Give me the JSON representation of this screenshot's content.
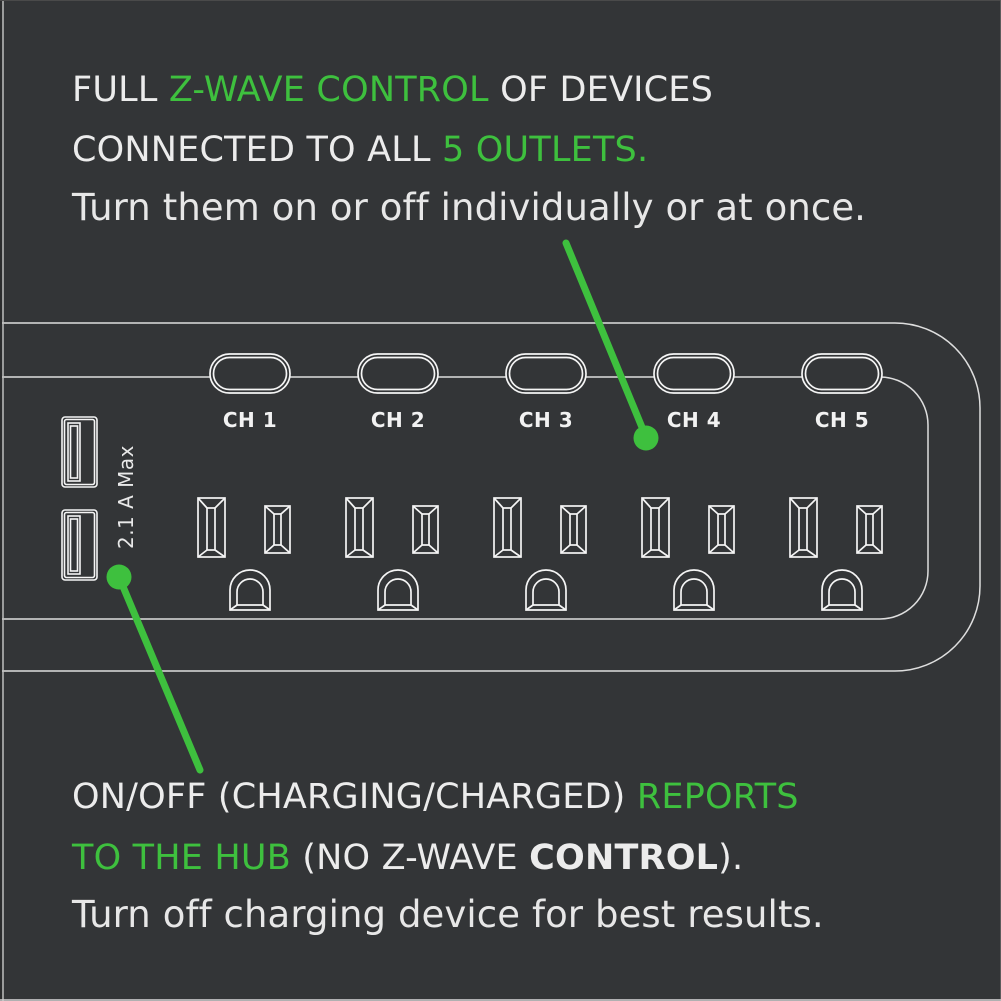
{
  "colors": {
    "background": "#333537",
    "text": "#ececec",
    "green": "#3ec03e",
    "strip_outline": "#dedede",
    "detail_outline": "#f5f5f5"
  },
  "top_callout": {
    "line1_white1": "FULL ",
    "line1_green": "Z-WAVE CONTROL",
    "line1_white2": " OF DEVICES",
    "line2_white": "CONNECTED TO ALL ",
    "line2_green": "5 OUTLETS.",
    "subline": "Turn them on or off individually or at once."
  },
  "bottom_callout": {
    "line1_white": "ON/OFF (CHARGING/CHARGED) ",
    "line1_green": "REPORTS",
    "line2_green": "TO THE HUB",
    "line2_white1": " (NO Z-WAVE ",
    "line2_bold": "CONTROL",
    "line2_white2": ").",
    "subline": "Turn off charging device for best results."
  },
  "strip": {
    "channels": [
      {
        "label": "CH 1"
      },
      {
        "label": "CH 2"
      },
      {
        "label": "CH 3"
      },
      {
        "label": "CH 4"
      },
      {
        "label": "CH 5"
      }
    ],
    "usb_label": "2.1 A Max",
    "outlet_count": 5,
    "usb_port_count": 2
  }
}
